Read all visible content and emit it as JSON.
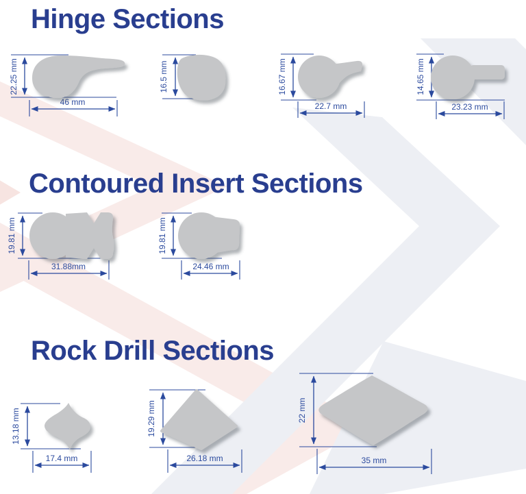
{
  "page": {
    "background": "#ffffff"
  },
  "colors": {
    "title_blue": "#293e8f",
    "dimension_blue": "#2b4a9e",
    "shape_gray": "#c5c6c8",
    "watermark_gray": "#edeff4",
    "watermark_pink": "#f9ebe9"
  },
  "sections": [
    {
      "title": "Hinge Sections",
      "shapes": [
        {
          "id": "hinge-1",
          "height": "22.25 mm",
          "width": "46 mm"
        },
        {
          "id": "hinge-2",
          "height": "16.5 mm"
        },
        {
          "id": "hinge-3",
          "height": "16.67 mm",
          "width": "22.7 mm"
        },
        {
          "id": "hinge-4",
          "height": "14.65 mm",
          "width": "23.23 mm"
        }
      ]
    },
    {
      "title": "Contoured Insert Sections",
      "shapes": [
        {
          "id": "contoured-1",
          "height": "19.81 mm",
          "width": "31.88mm"
        },
        {
          "id": "contoured-2",
          "height": "19.81 mm",
          "width": "24.46 mm"
        }
      ]
    },
    {
      "title": "Rock Drill Sections",
      "shapes": [
        {
          "id": "rock-drill-1",
          "height": "13.18 mm",
          "width": "17.4 mm"
        },
        {
          "id": "rock-drill-2",
          "height": "19.29 mm",
          "width": "26.18 mm"
        },
        {
          "id": "rock-drill-3",
          "height": "22 mm",
          "width": "35 mm"
        }
      ]
    }
  ]
}
